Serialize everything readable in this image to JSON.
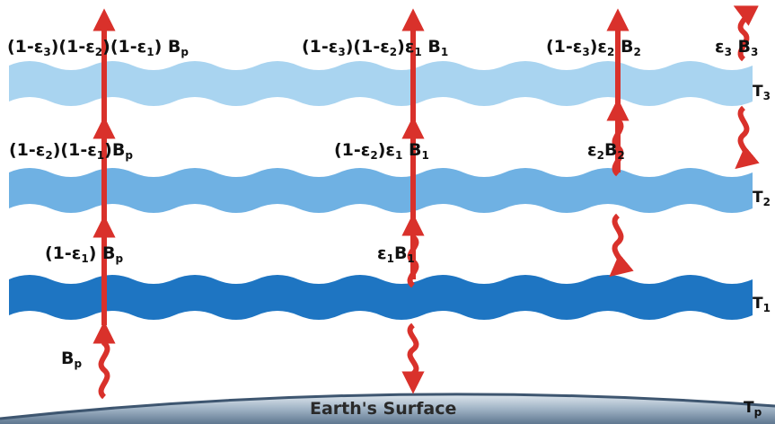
{
  "layers": [
    {
      "id": "layer-3",
      "label": "T3",
      "color": "#a9d4f0"
    },
    {
      "id": "layer-2",
      "label": "T2",
      "color": "#6fb1e3"
    },
    {
      "id": "layer-1",
      "label": "T1",
      "color": "#1e75c2"
    }
  ],
  "surface": {
    "label": "Earth's Surface",
    "temp_label": "Tp"
  },
  "arrow_color": "#d9312b",
  "labels": {
    "top_col1": "(1-ε3)(1-ε2)(1-ε1) Bp",
    "top_col2": "(1-ε3)(1-ε2)ε1 B1",
    "top_col3": "(1-ε3)ε2 B2",
    "top_col4": "ε3 B3",
    "mid_col1": "(1-ε2)(1-ε1)Bp",
    "mid_col2": "(1-ε2)ε1 B1",
    "mid_col3": "ε2 B2",
    "low_col1": "(1-ε1) Bp",
    "low_col2": "ε1 B1",
    "surface_col1": "Bp"
  }
}
